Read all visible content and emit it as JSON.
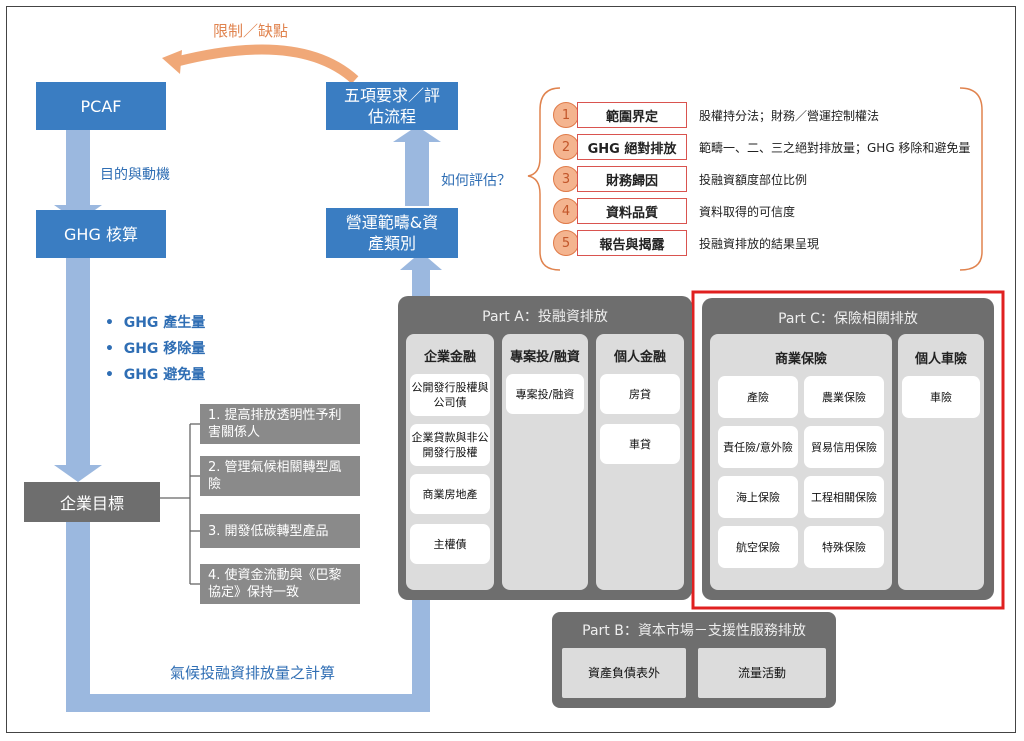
{
  "top_arrow_label": "限制／缺點",
  "boxes": {
    "pcaf": "PCAF",
    "requirements": "五項要求／評估流程",
    "ghg_accounting": "GHG 核算",
    "scope": "營運範疇&資產類別",
    "goal": "企業目標"
  },
  "purpose_label": "目的與動機",
  "how_label": "如何評估？",
  "bottom_label": "氣候投融資排放量之計算",
  "bullets": [
    "GHG 產生量",
    "GHG 移除量",
    "GHG 避免量"
  ],
  "goals": [
    "1. 提高排放透明性予利害關係人",
    "2. 管理氣候相關轉型風險",
    "3. 開發低碳轉型產品",
    "4. 使資金流動與《巴黎協定》保持一致"
  ],
  "evaluation": [
    {
      "num": "1",
      "label": "範圍界定",
      "desc": "股權持分法；財務／營運控制權法"
    },
    {
      "num": "2",
      "label": "GHG 絕對排放",
      "desc": "範疇一、二、三之絕對排放量；GHG 移除和避免量"
    },
    {
      "num": "3",
      "label": "財務歸因",
      "desc": "投融資額度部位比例"
    },
    {
      "num": "4",
      "label": "資料品質",
      "desc": "資料取得的可信度"
    },
    {
      "num": "5",
      "label": "報告與揭露",
      "desc": "投融資排放的結果呈現"
    }
  ],
  "part_a": {
    "title": "Part A：投融資排放",
    "columns": [
      {
        "title": "企業金融",
        "items": [
          "公開發行股權與公司債",
          "企業貸款與非公開發行股權",
          "商業房地產",
          "主權債"
        ]
      },
      {
        "title": "專案投/融資",
        "items": [
          "專案投/融資"
        ]
      },
      {
        "title": "個人金融",
        "items": [
          "房貸",
          "車貸"
        ]
      }
    ]
  },
  "part_c": {
    "title": "Part C：保險相關排放",
    "commercial_title": "商業保險",
    "commercial_items": [
      "產險",
      "農業保險",
      "責任險/意外險",
      "貿易信用保險",
      "海上保險",
      "工程相關保險",
      "航空保險",
      "特殊保險"
    ],
    "personal_title": "個人車險",
    "personal_items": [
      "車險"
    ]
  },
  "part_b": {
    "title": "Part B：資本市場－支援性服務排放",
    "items": [
      "資產負債表外",
      "流量活動"
    ]
  },
  "colors": {
    "blue_box": "#3a7dc2",
    "light_blue_arrow": "#9bb8df",
    "orange": "#e0834e",
    "dark_gray": "#6e6e6e",
    "highlight_red": "#e02020"
  }
}
